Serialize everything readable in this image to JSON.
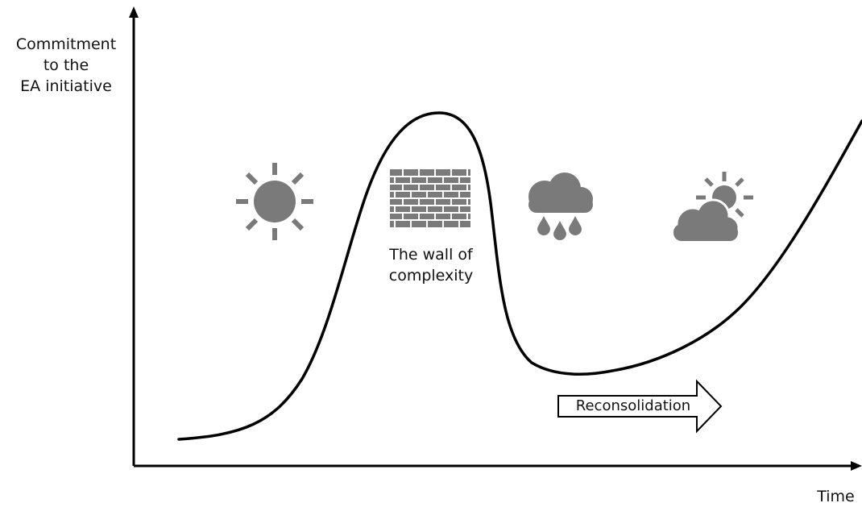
{
  "axes": {
    "y_label_lines": [
      "Commitment",
      "to the",
      "EA initiative"
    ],
    "x_label": "Time"
  },
  "annotations": {
    "wall_label_lines": [
      "The wall of",
      "complexity"
    ],
    "arrow_label": "Reconsolidation"
  },
  "icons": [
    "sun-icon",
    "brick-wall-icon",
    "rain-cloud-icon",
    "sun-behind-cloud-icon"
  ],
  "colors": {
    "curve": "#000000",
    "icon": "#7a7a7a",
    "axis": "#000000"
  }
}
